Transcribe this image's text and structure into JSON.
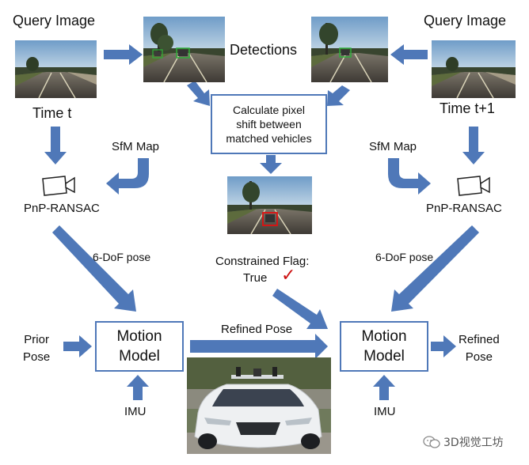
{
  "query_left": {
    "title": "Query Image",
    "time": "Time t"
  },
  "query_right": {
    "title": "Query Image",
    "time": "Time t+1"
  },
  "detections": "Detections",
  "calc_box": [
    "Calculate pixel",
    "shift between",
    "matched vehicles"
  ],
  "sfm_left": "SfM Map",
  "sfm_right": "SfM Map",
  "pnp_left": "PnP-RANSAC",
  "pnp_right": "PnP-RANSAC",
  "constrained": {
    "line1": "Constrained Flag:",
    "line2": "True",
    "check": "✓"
  },
  "pose_left": "6-DoF pose",
  "pose_right": "6-DoF pose",
  "prior_pose": [
    "Prior",
    "Pose"
  ],
  "motion_left": [
    "Motion",
    "Model"
  ],
  "motion_right": [
    "Motion",
    "Model"
  ],
  "refined_mid": "Refined Pose",
  "refined_right": [
    "Refined",
    "Pose"
  ],
  "imu_left": "IMU",
  "imu_right": "IMU",
  "watermark": "3D视觉工坊",
  "colors": {
    "arrow": "#4f78b8",
    "box_border": "#4f78b8",
    "check": "#cc1111",
    "detection_green": "#2fae3a",
    "detection_red": "#e01010"
  },
  "icons": [
    "camera-icon",
    "wechat-icon"
  ]
}
